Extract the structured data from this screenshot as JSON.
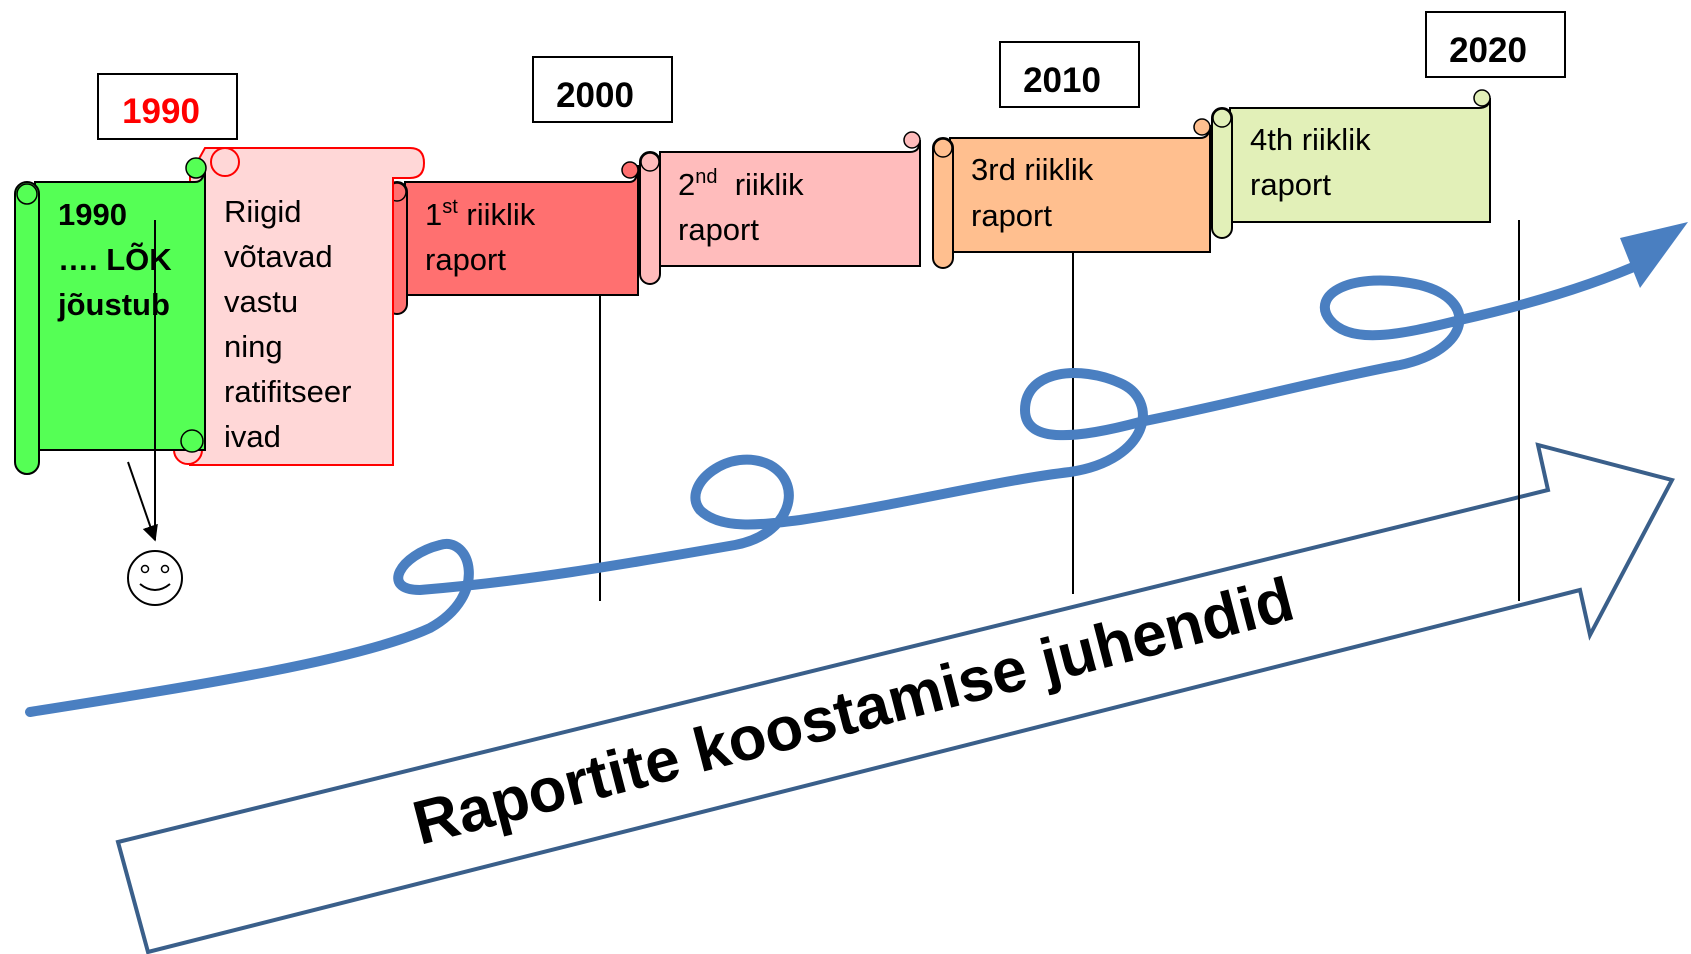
{
  "colors": {
    "green": "#55ff55",
    "light_red": "#ffd7d7",
    "red": "#ff7070",
    "pink": "#ffbcbc",
    "orange": "#ffbf8f",
    "light_green": "#e2f0b8",
    "curve": "#4a7fc1",
    "banner_stroke": "#3a5f8a",
    "year_red": "#ff0000"
  },
  "years": [
    "1990",
    "2000",
    "2010",
    "2020"
  ],
  "scrolls": {
    "green": {
      "lines": [
        "1990",
        "…. LÕK",
        "jõustub"
      ]
    },
    "light_red": {
      "lines": [
        "Riigid",
        "võtavad",
        "vastu",
        "ning",
        "ratifitseer",
        "ivad"
      ]
    },
    "report1": {
      "prefix": "1",
      "sup": "st",
      "rest": " riiklik",
      "line2": "raport"
    },
    "report2": {
      "prefix": "2",
      "sup": "nd",
      "rest": "  riiklik",
      "line2": "raport"
    },
    "report3": {
      "line1": "3rd riiklik",
      "line2": "raport"
    },
    "report4": {
      "line1": "4th riiklik",
      "line2": "raport"
    }
  },
  "banner_text": "Raportite koostamise juhendid"
}
